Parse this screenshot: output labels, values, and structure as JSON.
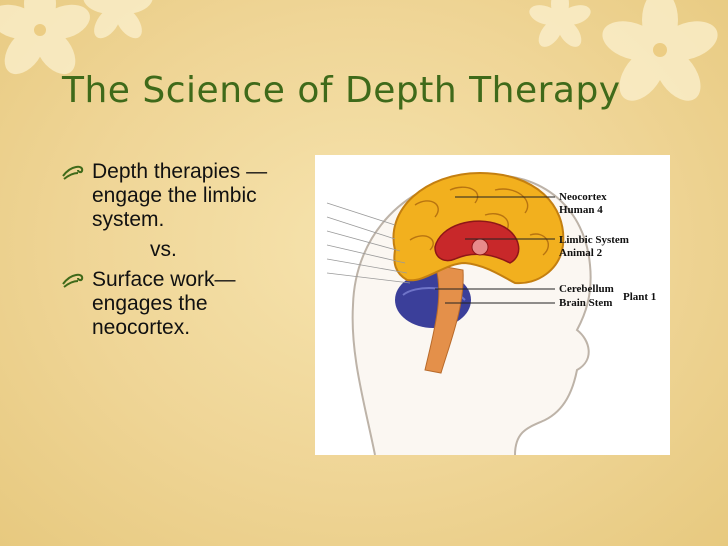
{
  "slide": {
    "title": "The Science of Depth Therapy",
    "bullets": [
      {
        "text": "Depth therapies — engage the limbic system."
      },
      {
        "text": "Surface work— engages the neocortex."
      }
    ],
    "separator": "vs."
  },
  "diagram": {
    "labels": {
      "neocortex": "Neocortex",
      "human": "Human  4",
      "limbic": "Limbic System",
      "animal": "Animal   2",
      "cerebellum": "Cerebellum",
      "plant": "Plant 1",
      "brainstem": "Brain Stem"
    }
  },
  "colors": {
    "background": "#efd596",
    "title": "#3f6a1a",
    "flower": "#fbf0cf",
    "cortex": "#f2b01e",
    "limbic": "#c8282a",
    "cerebellum": "#3b3f9a",
    "stem": "#e4904a"
  }
}
